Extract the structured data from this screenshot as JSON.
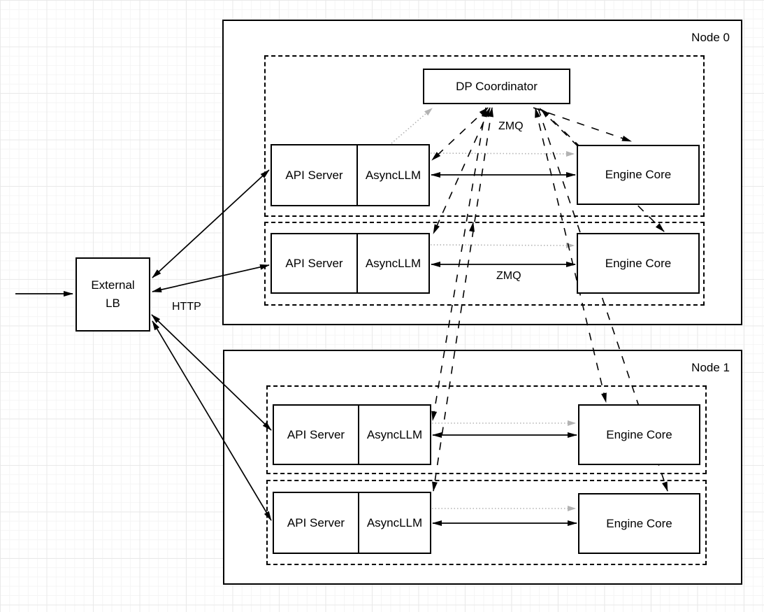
{
  "diagram": {
    "node0_title": "Node 0",
    "node1_title": "Node 1",
    "dp_coordinator_label": "DP Coordinator",
    "external_lb_line1": "External",
    "external_lb_line2": "LB",
    "http_label": "HTTP",
    "zmq_top_label": "ZMQ",
    "zmq_row_label": "ZMQ",
    "replicas": [
      {
        "api_server": "API Server",
        "asyncllm": "AsyncLLM",
        "engine_core": "Engine Core"
      },
      {
        "api_server": "API Server",
        "asyncllm": "AsyncLLM",
        "engine_core": "Engine Core"
      },
      {
        "api_server": "API Server",
        "asyncllm": "AsyncLLM",
        "engine_core": "Engine Core"
      },
      {
        "api_server": "API Server",
        "asyncllm": "AsyncLLM",
        "engine_core": "Engine Core"
      }
    ],
    "colors": {
      "stroke": "#000000",
      "muted_arrow": "#b3b3b3",
      "box_fill": "#ffffff",
      "grid_line": "#e9e9e9"
    }
  }
}
